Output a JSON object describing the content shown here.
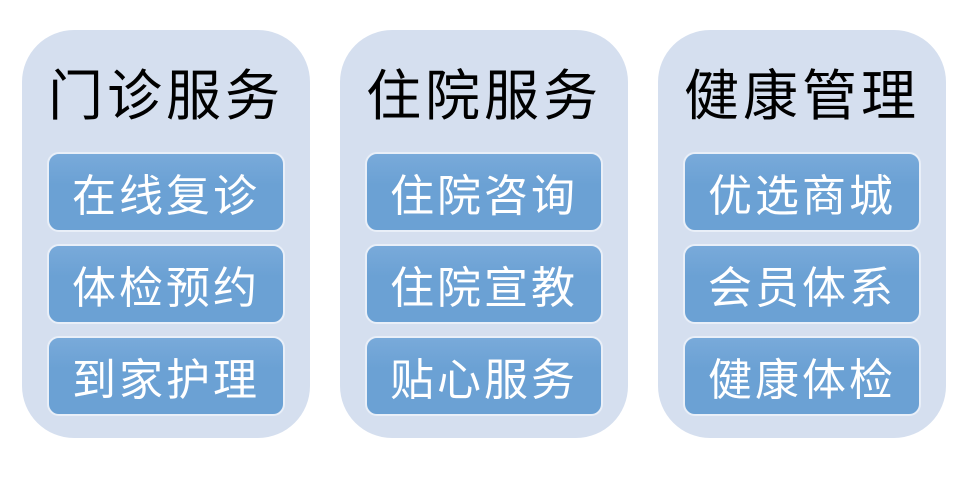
{
  "colors": {
    "page_bg": "#ffffff",
    "card_bg": "#d5dfef",
    "button_bg": "#6ba1d4",
    "button_border": "#e9eff8",
    "title_color": "#000000",
    "button_text": "#ffffff"
  },
  "cards": [
    {
      "title": "门诊服务",
      "items": [
        "在线复诊",
        "体检预约",
        "到家护理"
      ]
    },
    {
      "title": "住院服务",
      "items": [
        "住院咨询",
        "住院宣教",
        "贴心服务"
      ]
    },
    {
      "title": "健康管理",
      "items": [
        "优选商城",
        "会员体系",
        "健康体检"
      ]
    }
  ]
}
